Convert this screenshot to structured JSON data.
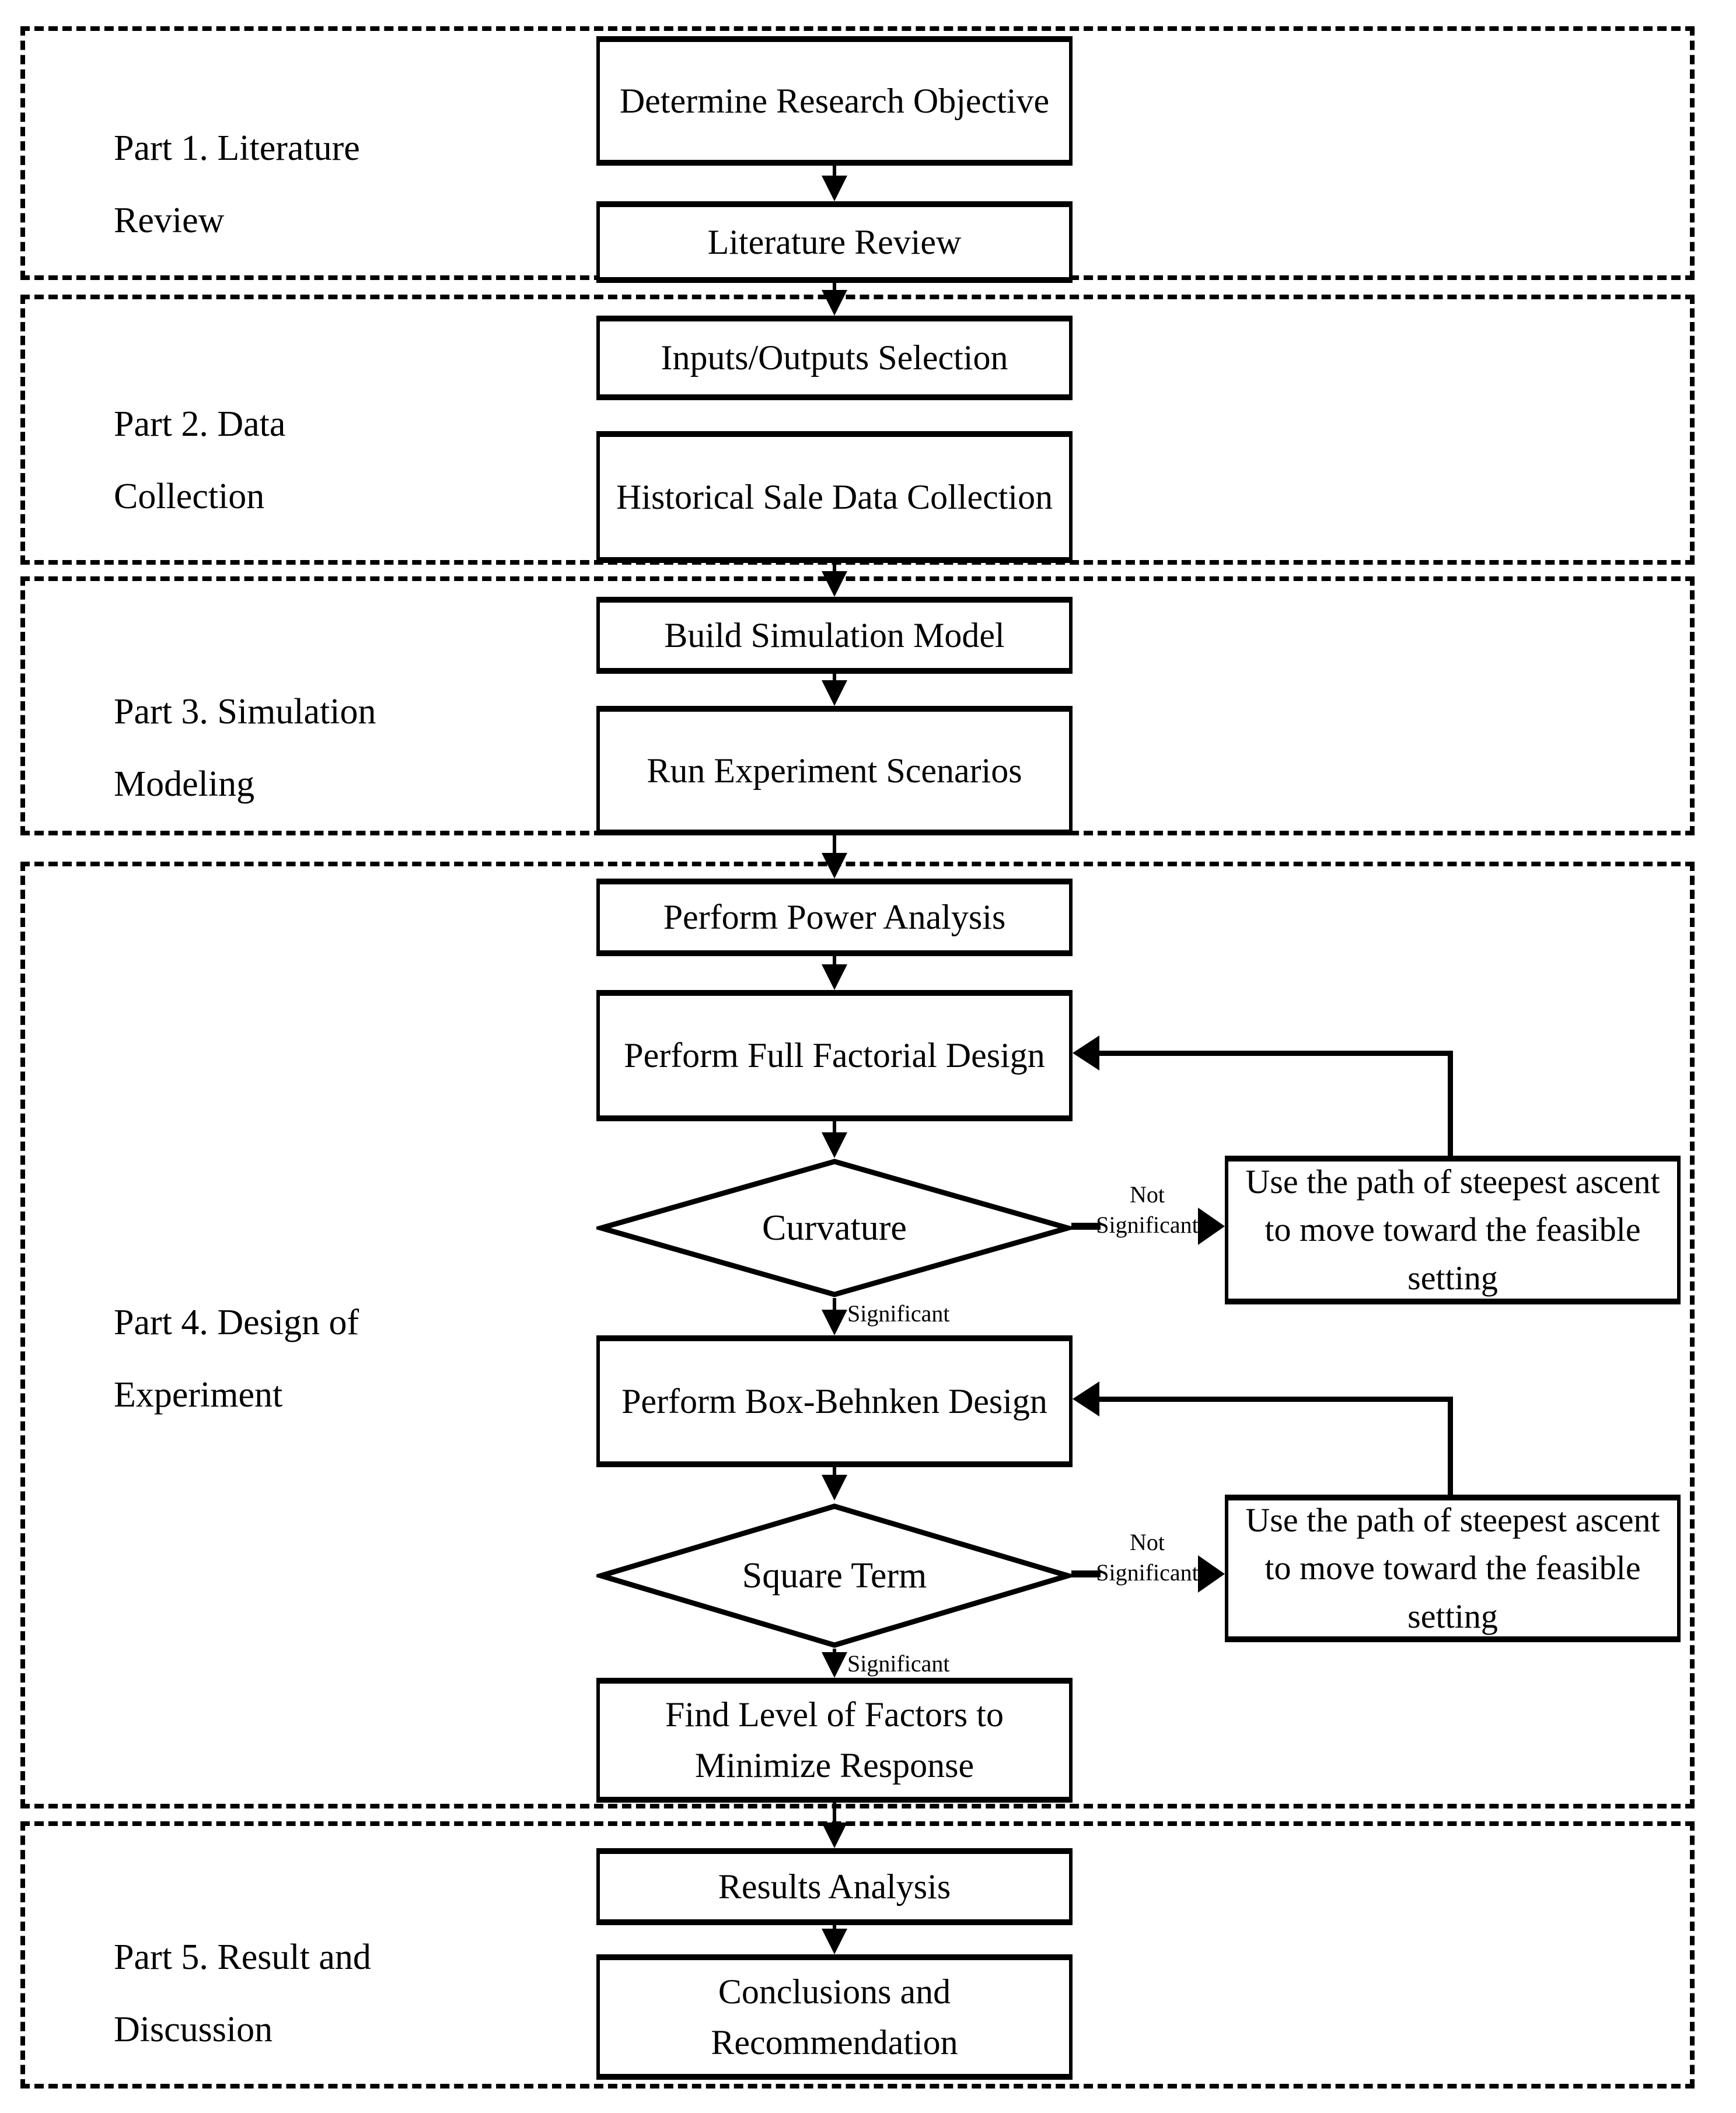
{
  "sections": [
    {
      "label": "Part 1. Literature Review"
    },
    {
      "label": "Part 2. Data Collection"
    },
    {
      "label": "Part 3. Simulation Modeling"
    },
    {
      "label": "Part 4. Design of Experiment"
    },
    {
      "label": "Part 5. Result and Discussion"
    }
  ],
  "nodes": {
    "determine": {
      "label": "Determine Research Objective"
    },
    "literature": {
      "label": "Literature Review"
    },
    "inputs": {
      "label": "Inputs/Outputs Selection"
    },
    "historical": {
      "label": "Historical Sale Data Collection"
    },
    "build": {
      "label": "Build Simulation Model"
    },
    "run": {
      "label": "Run Experiment Scenarios"
    },
    "power": {
      "label": "Perform Power Analysis"
    },
    "fullfactorial": {
      "label": "Perform Full Factorial Design"
    },
    "curvature": {
      "label": "Curvature"
    },
    "steepest1": {
      "label": "Use the path of steepest ascent to move toward the feasible setting"
    },
    "boxbehnken": {
      "label": "Perform Box-Behnken Design"
    },
    "squareterm": {
      "label": "Square Term"
    },
    "steepest2": {
      "label": "Use the path of steepest ascent to move toward the feasible setting"
    },
    "findlevel": {
      "label": "Find Level of Factors to Minimize Response"
    },
    "results": {
      "label": "Results Analysis"
    },
    "conclusions": {
      "label": "Conclusions and Recommendation"
    }
  },
  "edge_labels": {
    "not_significant": "Not\nSignificant",
    "significant": "Significant"
  },
  "edges": [
    {
      "from": "Determine Research Objective",
      "to": "Literature Review"
    },
    {
      "from": "Literature Review",
      "to": "Inputs/Outputs Selection"
    },
    {
      "from": "Inputs/Outputs Selection",
      "to": "Historical Sale Data Collection"
    },
    {
      "from": "Historical Sale Data Collection",
      "to": "Build Simulation Model"
    },
    {
      "from": "Build Simulation Model",
      "to": "Run Experiment Scenarios"
    },
    {
      "from": "Run Experiment Scenarios",
      "to": "Perform Power Analysis"
    },
    {
      "from": "Perform Power Analysis",
      "to": "Perform Full Factorial Design"
    },
    {
      "from": "Perform Full Factorial Design",
      "to": "Curvature"
    },
    {
      "from": "Curvature",
      "to": "Use the path of steepest ascent to move toward the feasible setting",
      "label": "Not Significant"
    },
    {
      "from": "Use the path of steepest ascent to move toward the feasible setting",
      "to": "Perform Full Factorial Design"
    },
    {
      "from": "Curvature",
      "to": "Perform Box-Behnken Design",
      "label": "Significant"
    },
    {
      "from": "Perform Box-Behnken Design",
      "to": "Square Term"
    },
    {
      "from": "Square Term",
      "to": "Use the path of steepest ascent to move toward the feasible setting",
      "label": "Not Significant"
    },
    {
      "from": "Use the path of steepest ascent to move toward the feasible setting",
      "to": "Perform Box-Behnken Design"
    },
    {
      "from": "Square Term",
      "to": "Find Level of Factors to Minimize Response",
      "label": "Significant"
    },
    {
      "from": "Find Level of Factors to Minimize Response",
      "to": "Results Analysis"
    },
    {
      "from": "Results Analysis",
      "to": "Conclusions and Recommendation"
    }
  ],
  "colors": {
    "line": "#000000",
    "background": "#ffffff"
  }
}
